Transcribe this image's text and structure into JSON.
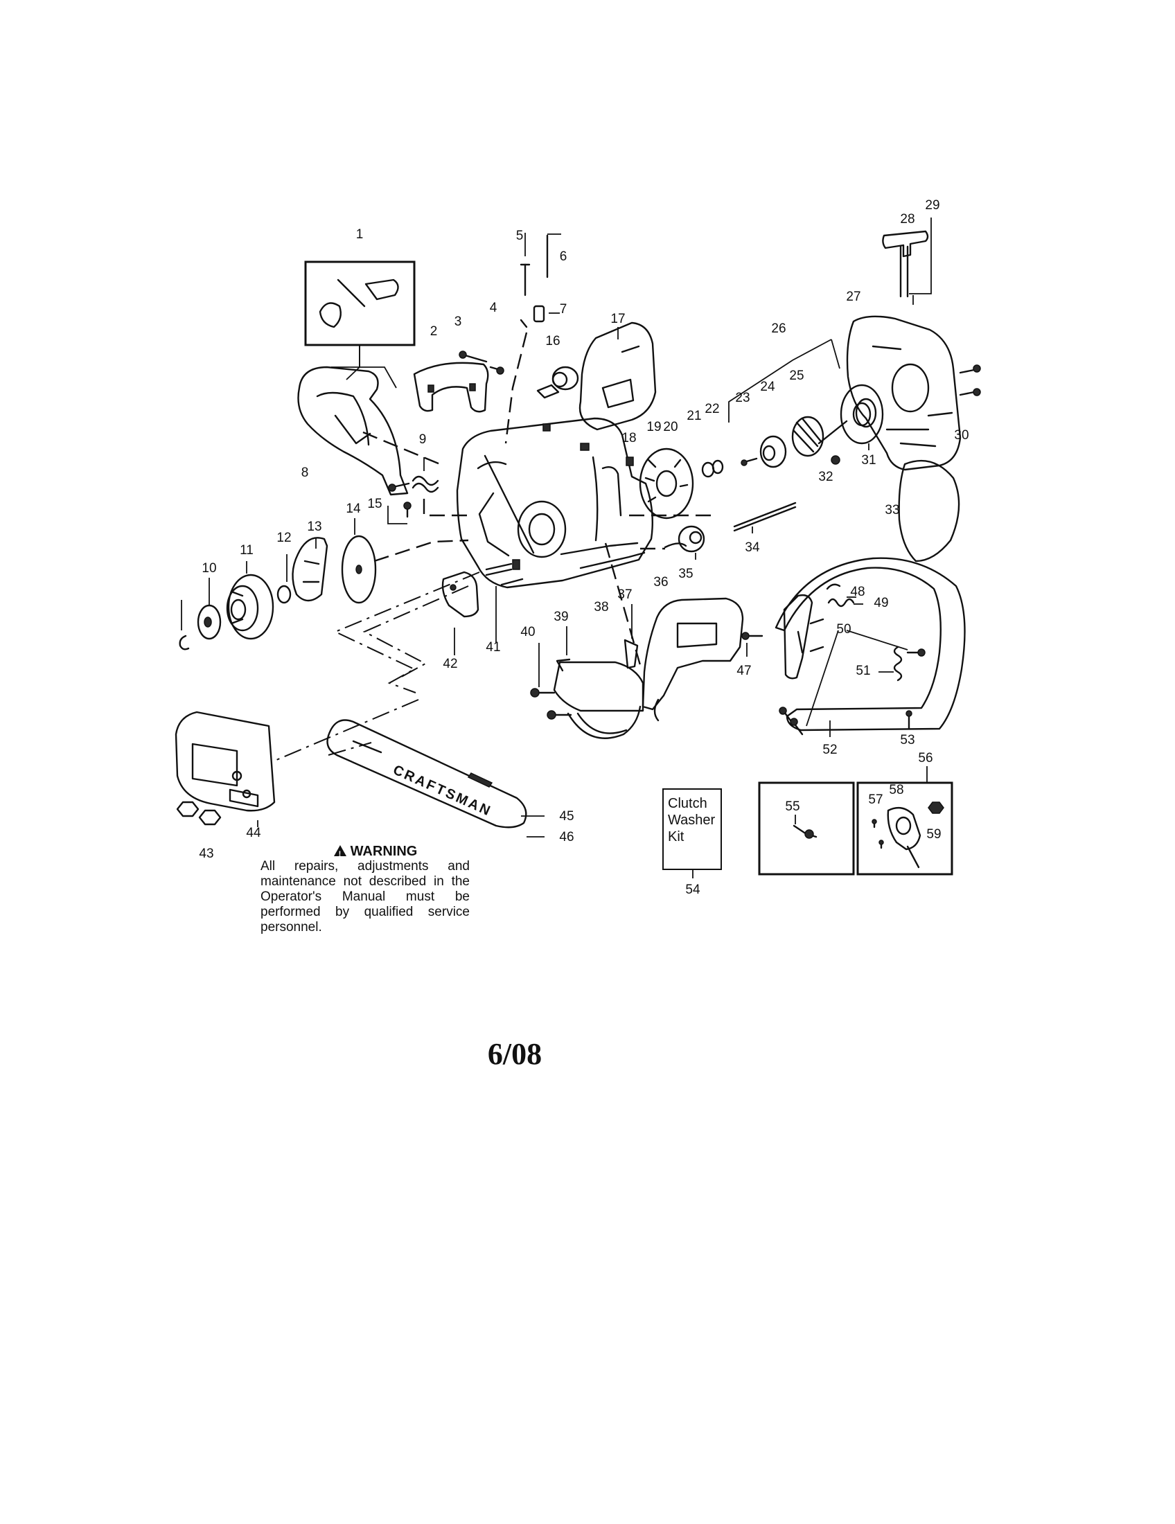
{
  "parts": {
    "p1": "1",
    "p2": "2",
    "p3": "3",
    "p4": "4",
    "p5": "5",
    "p6": "6",
    "p7": "7",
    "p8": "8",
    "p9": "9",
    "p10": "10",
    "p11": "11",
    "p12": "12",
    "p13": "13",
    "p14": "14",
    "p15": "15",
    "p16": "16",
    "p17": "17",
    "p18": "18",
    "p19": "19",
    "p20": "20",
    "p21": "21",
    "p22": "22",
    "p23": "23",
    "p24": "24",
    "p25": "25",
    "p26": "26",
    "p27": "27",
    "p28": "28",
    "p29": "29",
    "p30": "30",
    "p31": "31",
    "p32": "32",
    "p33": "33",
    "p34": "34",
    "p35": "35",
    "p36": "36",
    "p37": "37",
    "p38": "38",
    "p39": "39",
    "p40": "40",
    "p41": "41",
    "p42": "42",
    "p43": "43",
    "p44": "44",
    "p45": "45",
    "p46": "46",
    "p47": "47",
    "p48": "48",
    "p49": "49",
    "p50": "50",
    "p51": "51",
    "p52": "52",
    "p53": "53",
    "p54": "54",
    "p55": "55",
    "p56": "56",
    "p57": "57",
    "p58": "58",
    "p59": "59"
  },
  "bar_brand": "CRAFTSMAN",
  "warning": {
    "title": "WARNING",
    "body": "All repairs, adjustments and maintenance not described in the Operator's Manual must be performed by qualified service personnel."
  },
  "kit": {
    "line1": "Clutch",
    "line2": "Washer",
    "line3": "Kit"
  },
  "footer_date": "6/08",
  "icons": {
    "warning": "warning-triangle-icon"
  }
}
